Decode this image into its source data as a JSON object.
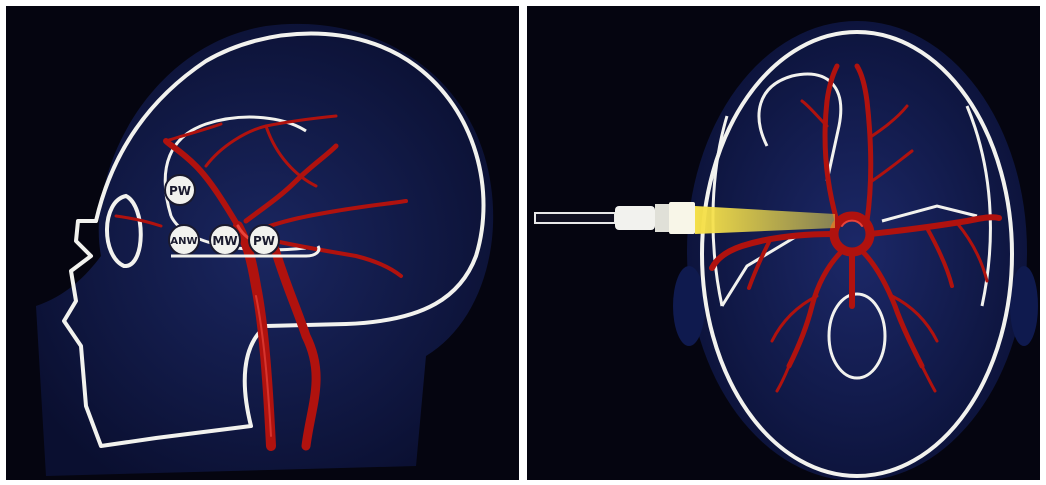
{
  "figure": {
    "left_panel": {
      "view": "lateral",
      "windows": [
        {
          "label": "PW"
        },
        {
          "label": "ANW"
        },
        {
          "label": "MW"
        },
        {
          "label": "PW"
        }
      ]
    },
    "right_panel": {
      "view": "axial"
    }
  },
  "colors": {
    "background": "#050510",
    "head_fill": "#0f1740",
    "outline": "#f2f2ee",
    "artery": "#b0120e",
    "artery_highlight": "#e8433a",
    "beam": "#f5e04a"
  }
}
